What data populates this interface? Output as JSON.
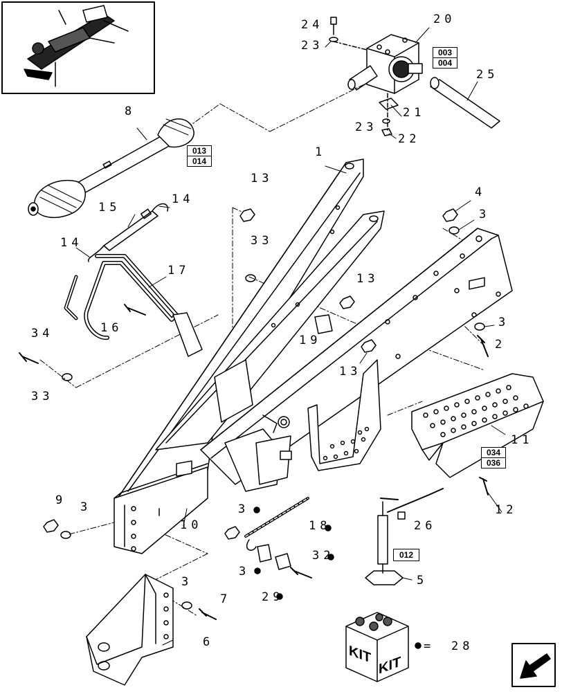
{
  "callouts": {
    "c1": "1",
    "c2": "2",
    "c3a": "3",
    "c3b": "3",
    "c3c": "3",
    "c3d": "3",
    "c3e": "3",
    "c4": "4",
    "c5": "5",
    "c6": "6",
    "c7": "7",
    "c8": "8",
    "c9": "9",
    "c10": "10",
    "c11": "11",
    "c12": "12",
    "c13a": "13",
    "c13b": "13",
    "c13c": "13",
    "c14a": "14",
    "c14b": "14",
    "c15": "15",
    "c16": "16",
    "c17": "17",
    "c18": "18",
    "c19": "19",
    "c20": "20",
    "c21": "21",
    "c22": "22",
    "c23a": "23",
    "c23b": "23",
    "c24": "24",
    "c25": "25",
    "c26": "26",
    "c29": "29",
    "c32": "32",
    "c33a": "33",
    "c33b": "33",
    "c34": "34",
    "c35": "3"
  },
  "refs": {
    "r003": "003",
    "r004": "004",
    "r013": "013",
    "r014": "014",
    "r034": "034",
    "r036": "036",
    "r012": "012"
  },
  "kit": {
    "label_left": "KIT",
    "label_right": "KIT",
    "equals": "=",
    "number": "28"
  },
  "colors": {
    "line": "#000000",
    "background": "#ffffff"
  }
}
